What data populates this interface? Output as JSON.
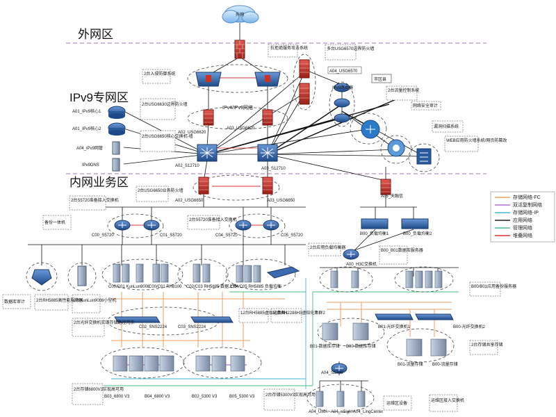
{
  "zones": {
    "internet": "外网",
    "external": "外网区",
    "ipv9": "IPv9专网区",
    "intranet": "内网业务区"
  },
  "labels": {
    "top_fw": "抗拒绝服务攻击系统",
    "ids": "2台入侵防御系统",
    "multi_border": "多台USG6570边界防火墙",
    "usg6570": "A04_USG6570",
    "ipv9_router": "IPv9路由器",
    "city": "市区县",
    "flow_ctrl": "2台流量控制系统",
    "net_audit": "网络安全审计",
    "vuln_scan": "漏洞扫描系统",
    "waf": "WEB应用防火墙系统/网页防篡改",
    "ipv9_net": "IPv4/IPv9网络",
    "border_fw": "2台USG6630边界防火墙",
    "core_fw": "2台USG6650核心交换机-墙",
    "a02_usg6620": "A02_USG6620",
    "a03_usg6620": "A03_USG6620",
    "r1": "A01_IPv9核心1",
    "r2": "A01_IPv9核心2",
    "r3": "A04_IPv9网管",
    "r4": "IPv9DNS",
    "a02_s12710": "A02_S12710",
    "a03_s12710": "A03_S12710",
    "biz_fw": "2台USG6650业务防火墙",
    "a02_usg6650": "A02_USG6650",
    "a03_usg6650": "A03_USG6650",
    "tianrongxin": "A05_天融信",
    "s5720_access": "2台S5720准备接入交换机",
    "s5720_access2": "2台S5720准备接入交换机",
    "c00": "C00_S5720",
    "c01": "C01_S5720",
    "c04": "C04_S5720",
    "c05": "C05_S5720",
    "b00_lb1": "B00_负载均衡1",
    "b00_lb2": "B00_负载均衡2",
    "lb_box": "2台应用负载均衡器",
    "a00_h3c": "A00_H3C交换机",
    "b00_db": "B00_B01数据库服务器",
    "backup": "备份一体机",
    "db_audit": "数据库审计",
    "rh5885": "2台RH5885高性能服务器",
    "kunlun": "2台KunLun9008小型机",
    "c00_kunlun": "C00/C01 KunLun9008",
    "c00_rh8100": "C00/C01 RH8100",
    "c02_rh5885": "C02/C03 RH5885 数据上传",
    "c04_rh5885": "C04/C05 RH5885 负载均衡",
    "virt1": "12台RH5885虚拟化集群1",
    "virt2": "10台RH2288H3虚拟化集群2",
    "san_box": "2台光纤交换机实现存储路径冗余",
    "c02_sns": "C02_SNS2224",
    "c03_sns": "C03_SNS2224",
    "b01_fc1": "B01-光纤交换机1",
    "b00_fc2": "B00-光纤交换机2",
    "b00_b01_app": "B00/B01应用备份服务器",
    "b01_store": "B01-数据库存储",
    "b00_store": "B00-数据库存储",
    "b01_flow": "B01-流量存储",
    "b00_flow": "B00-流量存储",
    "two_store": "2台存储共享存储",
    "b03": "B03_6800 V3",
    "b04": "B04_6800 V3",
    "b02": "B02_5300 V3",
    "b05": "B05_5300 V3",
    "store6800": "2台存储6800V3实现高可用",
    "store5300": "2台存储5300V3实现高可用",
    "a04_s5700": "A04_S5700",
    "a04_uma": "A04_UMA",
    "a04_elight": "A04_eSight",
    "a04_ling": "A04_LingCenter",
    "ops": "运维区设备",
    "ops_access": "运维区接入交换机"
  },
  "legend": [
    {
      "label": "存储网络-FC",
      "color": "#e8a060"
    },
    {
      "label": "双活复制网络",
      "color": "#b070d0"
    },
    {
      "label": "存储网络-IP",
      "color": "#40b8d8"
    },
    {
      "label": "应用网络",
      "color": "#222222"
    },
    {
      "label": "管理网络",
      "color": "#40c080"
    },
    {
      "label": "堆叠网络",
      "color": "#e03030"
    }
  ],
  "colors": {
    "zone_divider": "#a070c8",
    "firewall": "#c0302a",
    "device": "#2a5a9e",
    "line": "#111111"
  }
}
